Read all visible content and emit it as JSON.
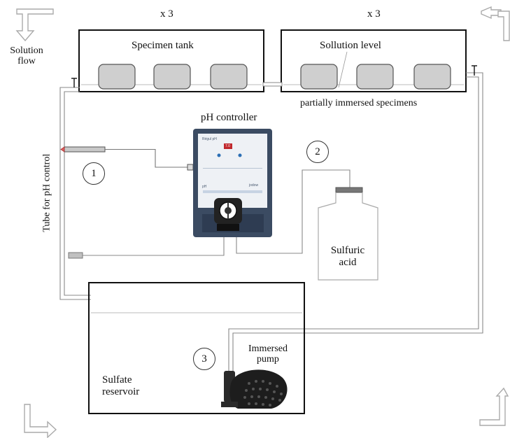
{
  "labels": {
    "tank_count_left": "x 3",
    "tank_count_right": "x 3",
    "solution_flow": "Solution\nflow",
    "specimen_tank": "Specimen tank",
    "solution_level": "Sollution level",
    "partially_immersed": "partially immersed specimens",
    "ph_controller": "pH controller",
    "tube_ph_control": "Tube for pH control",
    "sulfuric_acid": "Sulfuric\nacid",
    "immersed_pump": "Immersed\npump",
    "sulfate_reservoir": "Sulfate\nreservoir"
  },
  "markers": [
    "1",
    "2",
    "3"
  ],
  "controller_panel": {
    "brand": "Régul pH",
    "display": "7.0",
    "badge": "pH",
    "logo": "jodow"
  },
  "colors": {
    "outline": "#111111",
    "tube": "#888888",
    "specimen_fill": "#cfcfcf",
    "controller_body": "#3b4b62",
    "controller_panel": "#eef1f5",
    "display": "#c0282d",
    "arrow": "#aaaaaa"
  },
  "icons": [
    "flow-arrow-icon",
    "peristaltic-pump-icon",
    "immersed-pump-icon",
    "ph-probe-icon"
  ]
}
